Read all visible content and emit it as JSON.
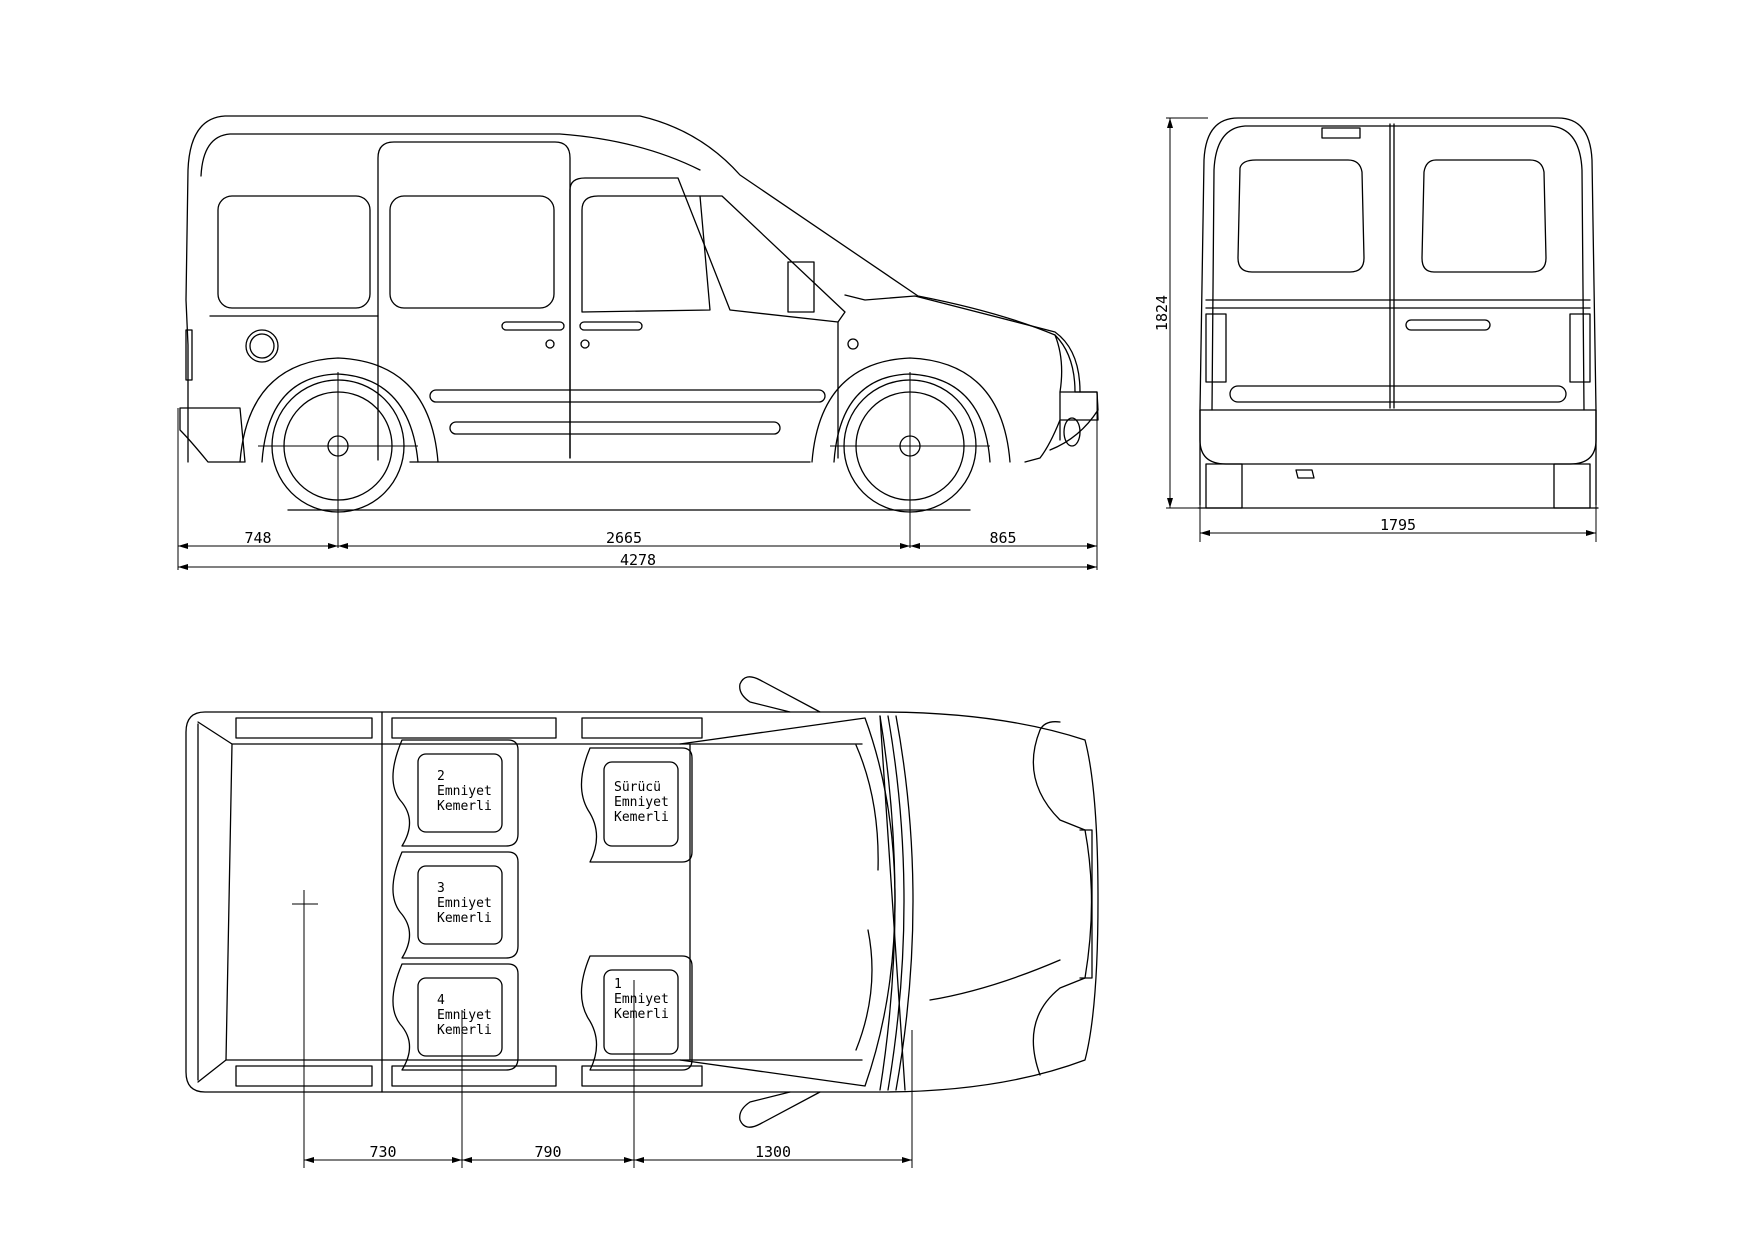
{
  "side_view": {
    "dims": {
      "front_overhang": "748",
      "wheelbase": "2665",
      "rear_overhang": "865",
      "length": "4278"
    }
  },
  "rear_view": {
    "dims": {
      "height": "1824",
      "width": "1795"
    }
  },
  "top_view": {
    "seats": [
      {
        "line1": "2",
        "line2": "Emniyet",
        "line3": "Kemerli"
      },
      {
        "line1": "3",
        "line2": "Emniyet",
        "line3": "Kemerli"
      },
      {
        "line1": "4",
        "line2": "Emniyet",
        "line3": "Kemerli"
      },
      {
        "line1": "Sürücü",
        "line2": "Emniyet",
        "line3": "Kemerli"
      },
      {
        "line1": "1",
        "line2": "Emniyet",
        "line3": "Kemerli"
      }
    ],
    "dims": {
      "d1": "730",
      "d2": "790",
      "d3": "1300"
    }
  }
}
